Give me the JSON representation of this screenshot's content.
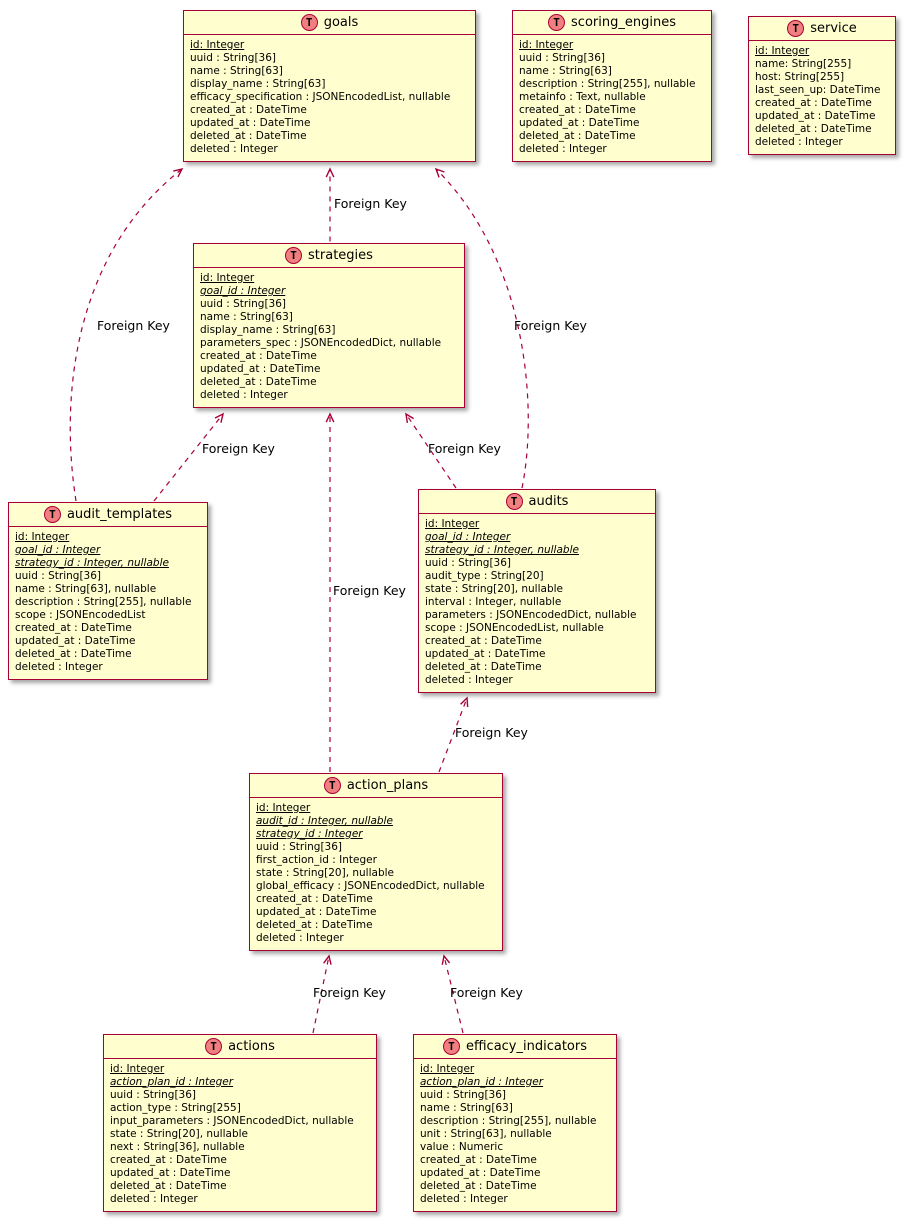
{
  "icon_letter": "T",
  "colors": {
    "node_fill": "#FEFECE",
    "node_border": "#A80036",
    "icon_fill": "#F08080",
    "edge": "#A80036"
  },
  "tables": [
    {
      "name": "goals",
      "fields": [
        {
          "text": "id: Integer",
          "style": "pk"
        },
        {
          "text": "uuid : String[36]"
        },
        {
          "text": "name : String[63]"
        },
        {
          "text": "display_name : String[63]"
        },
        {
          "text": "efficacy_specification : JSONEncodedList, nullable"
        },
        {
          "text": "created_at : DateTime"
        },
        {
          "text": "updated_at : DateTime"
        },
        {
          "text": "deleted_at : DateTime"
        },
        {
          "text": "deleted : Integer"
        }
      ]
    },
    {
      "name": "scoring_engines",
      "fields": [
        {
          "text": "id: Integer",
          "style": "pk"
        },
        {
          "text": "uuid : String[36]"
        },
        {
          "text": "name : String[63]"
        },
        {
          "text": "description : String[255], nullable"
        },
        {
          "text": "metainfo : Text, nullable"
        },
        {
          "text": "created_at : DateTime"
        },
        {
          "text": "updated_at : DateTime"
        },
        {
          "text": "deleted_at : DateTime"
        },
        {
          "text": "deleted : Integer"
        }
      ]
    },
    {
      "name": "service",
      "fields": [
        {
          "text": "id: Integer",
          "style": "pk"
        },
        {
          "text": "name: String[255]"
        },
        {
          "text": "host: String[255]"
        },
        {
          "text": "last_seen_up: DateTime"
        },
        {
          "text": "created_at : DateTime"
        },
        {
          "text": "updated_at : DateTime"
        },
        {
          "text": "deleted_at : DateTime"
        },
        {
          "text": "deleted : Integer"
        }
      ]
    },
    {
      "name": "strategies",
      "fields": [
        {
          "text": "id: Integer",
          "style": "pk"
        },
        {
          "text": "goal_id : Integer",
          "style": "fk"
        },
        {
          "text": "uuid : String[36]"
        },
        {
          "text": "name : String[63]"
        },
        {
          "text": "display_name : String[63]"
        },
        {
          "text": "parameters_spec : JSONEncodedDict, nullable"
        },
        {
          "text": "created_at : DateTime"
        },
        {
          "text": "updated_at : DateTime"
        },
        {
          "text": "deleted_at : DateTime"
        },
        {
          "text": "deleted : Integer"
        }
      ]
    },
    {
      "name": "audit_templates",
      "fields": [
        {
          "text": "id: Integer",
          "style": "pk"
        },
        {
          "text": "goal_id : Integer",
          "style": "fk"
        },
        {
          "text": "strategy_id : Integer, nullable",
          "style": "fk"
        },
        {
          "text": "uuid : String[36]"
        },
        {
          "text": "name : String[63], nullable"
        },
        {
          "text": "description : String[255], nullable"
        },
        {
          "text": "scope : JSONEncodedList"
        },
        {
          "text": "created_at : DateTime"
        },
        {
          "text": "updated_at : DateTime"
        },
        {
          "text": "deleted_at : DateTime"
        },
        {
          "text": "deleted : Integer"
        }
      ]
    },
    {
      "name": "audits",
      "fields": [
        {
          "text": "id: Integer",
          "style": "pk"
        },
        {
          "text": "goal_id : Integer",
          "style": "fk"
        },
        {
          "text": "strategy_id : Integer, nullable",
          "style": "fk"
        },
        {
          "text": "uuid : String[36]"
        },
        {
          "text": "audit_type : String[20]"
        },
        {
          "text": "state : String[20], nullable"
        },
        {
          "text": "interval : Integer, nullable"
        },
        {
          "text": "parameters : JSONEncodedDict, nullable"
        },
        {
          "text": "scope : JSONEncodedList, nullable"
        },
        {
          "text": "created_at : DateTime"
        },
        {
          "text": "updated_at : DateTime"
        },
        {
          "text": "deleted_at : DateTime"
        },
        {
          "text": "deleted : Integer"
        }
      ]
    },
    {
      "name": "action_plans",
      "fields": [
        {
          "text": "id: Integer",
          "style": "pk"
        },
        {
          "text": "audit_id : Integer, nullable",
          "style": "fk"
        },
        {
          "text": "strategy_id : Integer",
          "style": "fk"
        },
        {
          "text": "uuid : String[36]"
        },
        {
          "text": "first_action_id : Integer"
        },
        {
          "text": "state : String[20], nullable"
        },
        {
          "text": "global_efficacy : JSONEncodedDict, nullable"
        },
        {
          "text": "created_at : DateTime"
        },
        {
          "text": "updated_at : DateTime"
        },
        {
          "text": "deleted_at : DateTime"
        },
        {
          "text": "deleted : Integer"
        }
      ]
    },
    {
      "name": "actions",
      "fields": [
        {
          "text": "id: Integer",
          "style": "pk"
        },
        {
          "text": "action_plan_id : Integer",
          "style": "fk"
        },
        {
          "text": "uuid : String[36]"
        },
        {
          "text": "action_type : String[255]"
        },
        {
          "text": "input_parameters : JSONEncodedDict, nullable"
        },
        {
          "text": "state : String[20], nullable"
        },
        {
          "text": "next : String[36], nullable"
        },
        {
          "text": "created_at : DateTime"
        },
        {
          "text": "updated_at : DateTime"
        },
        {
          "text": "deleted_at : DateTime"
        },
        {
          "text": "deleted : Integer"
        }
      ]
    },
    {
      "name": "efficacy_indicators",
      "fields": [
        {
          "text": "id: Integer",
          "style": "pk"
        },
        {
          "text": "action_plan_id : Integer",
          "style": "fk"
        },
        {
          "text": "uuid : String[36]"
        },
        {
          "text": "name : String[63]"
        },
        {
          "text": "description : String[255], nullable"
        },
        {
          "text": "unit : String[63], nullable"
        },
        {
          "text": "value : Numeric"
        },
        {
          "text": "created_at : DateTime"
        },
        {
          "text": "updated_at : DateTime"
        },
        {
          "text": "deleted_at : DateTime"
        },
        {
          "text": "deleted : Integer"
        }
      ]
    }
  ],
  "relationships": [
    {
      "from": "strategies",
      "to": "goals",
      "label": "Foreign Key"
    },
    {
      "from": "audit_templates",
      "to": "goals",
      "label": "Foreign Key"
    },
    {
      "from": "audits",
      "to": "goals",
      "label": "Foreign Key"
    },
    {
      "from": "audit_templates",
      "to": "strategies",
      "label": "Foreign Key"
    },
    {
      "from": "audits",
      "to": "strategies",
      "label": "Foreign Key"
    },
    {
      "from": "action_plans",
      "to": "strategies",
      "label": "Foreign Key"
    },
    {
      "from": "action_plans",
      "to": "audits",
      "label": "Foreign Key"
    },
    {
      "from": "actions",
      "to": "action_plans",
      "label": "Foreign Key"
    },
    {
      "from": "efficacy_indicators",
      "to": "action_plans",
      "label": "Foreign Key"
    }
  ]
}
